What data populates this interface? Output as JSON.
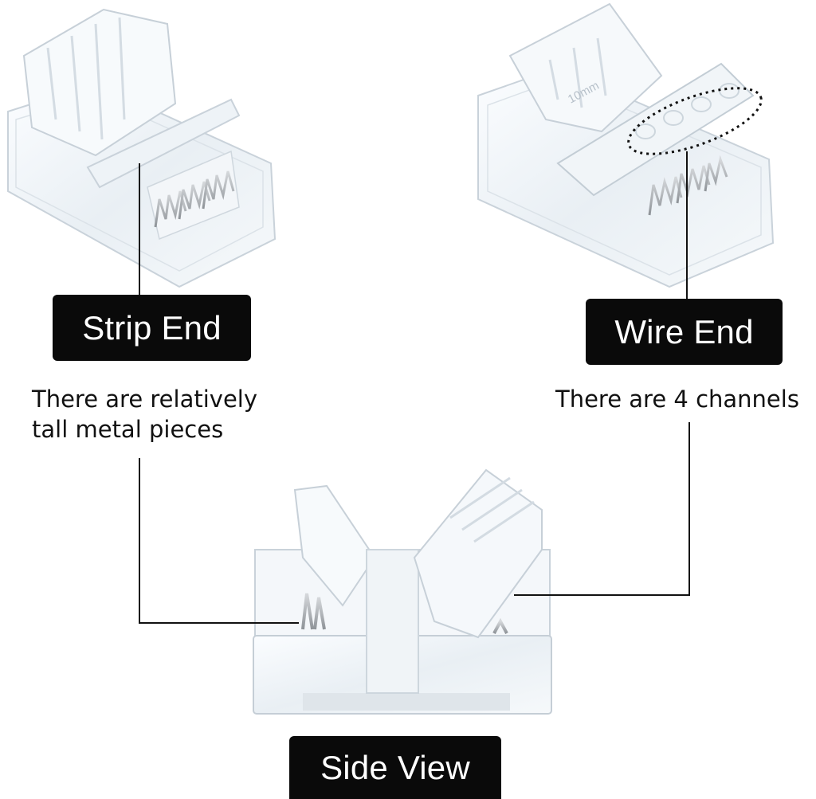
{
  "labels": {
    "strip_end": "Strip End",
    "wire_end": "Wire End",
    "side_view": "Side View"
  },
  "notes": {
    "strip_end": "There are relatively\ntall metal pieces",
    "wire_end": "There are 4 channels"
  },
  "part_markings": {
    "wire_connector_lid": "10mm"
  },
  "colors": {
    "label_background": "#0a0a0a",
    "label_text": "#ffffff",
    "connector_plastic": "#eef3f7",
    "metal_pins": "#a8adb2",
    "leader_line": "#111111"
  }
}
